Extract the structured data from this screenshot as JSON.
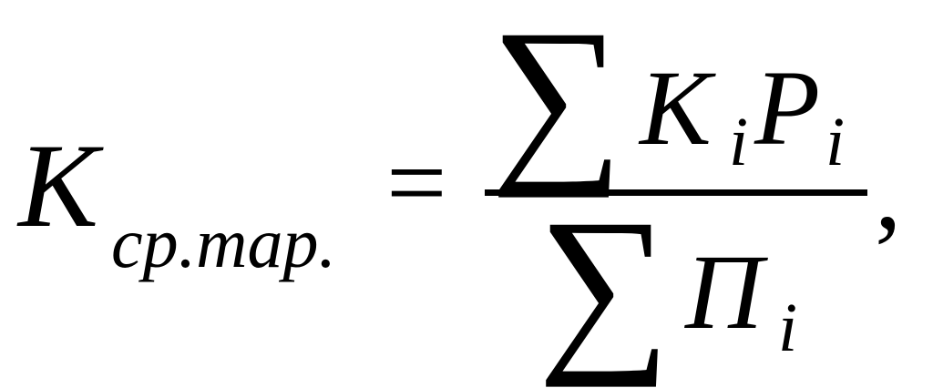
{
  "formula": {
    "lhs_symbol": "K",
    "lhs_subscript": "cp.map.",
    "equals": "=",
    "sum_symbol": "∑",
    "numerator_symbol_1": "K",
    "numerator_subscript_1": "i",
    "numerator_symbol_2": "P",
    "numerator_subscript_2": "i",
    "denominator_symbol": "П",
    "denominator_subscript": "i",
    "trailing": ","
  }
}
